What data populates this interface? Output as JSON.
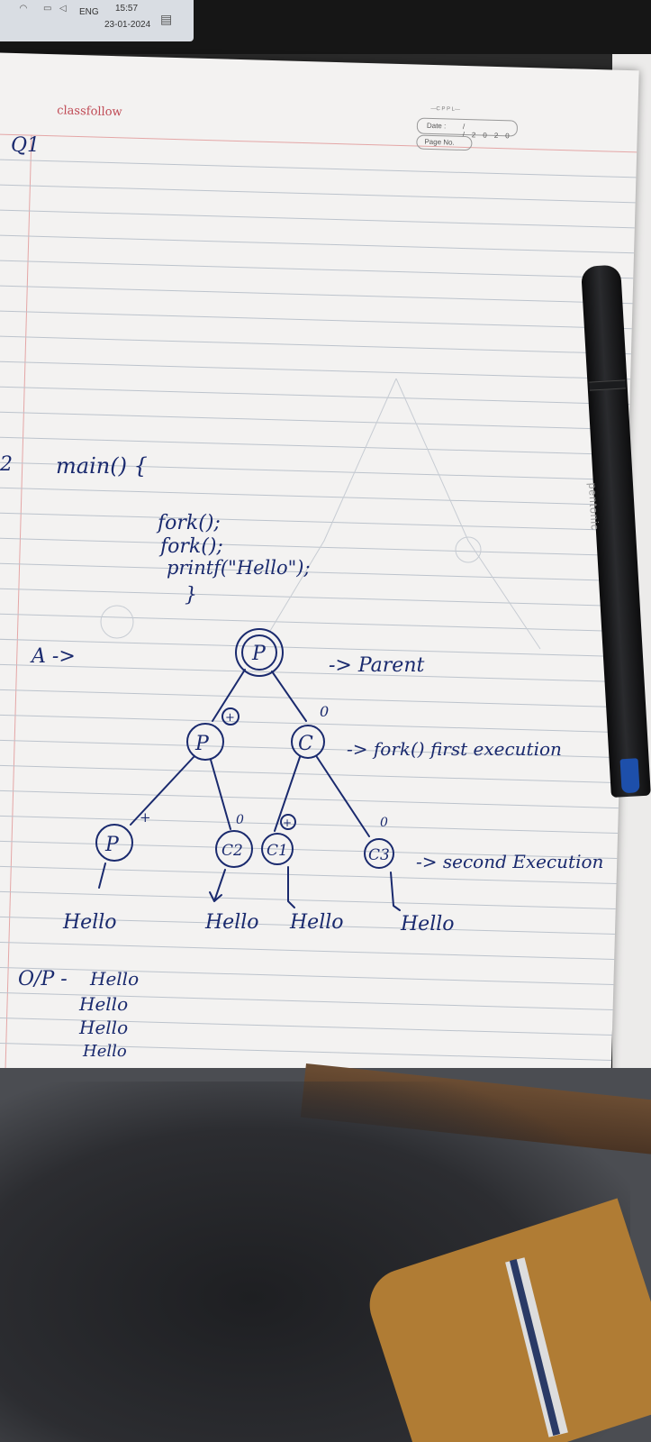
{
  "taskbar": {
    "language": "ENG",
    "time": "15:57",
    "date": "23-01-2024"
  },
  "notebook": {
    "brand": "classfollow",
    "header_brand": "—C P P L—",
    "date_label": "Date :",
    "date_value": "/ /2020",
    "page_label": "Page No."
  },
  "pen": {
    "label": "pentonic"
  },
  "notes": {
    "q1_label": "Q1",
    "q2_label": "2",
    "code_line1": "main() {",
    "code_line2": "fork();",
    "code_line3": "fork();",
    "code_line4": "printf(\"Hello\");",
    "code_line5": "}",
    "answer_label": "A ->",
    "root_node": "P",
    "root_annotation": "-> Parent",
    "level1_left": "P",
    "level1_right": "C",
    "level1_left_sign": "+",
    "level1_right_sign": "0",
    "level1_annotation": "-> fork() first execution",
    "level2_nodes": [
      "P",
      "C2",
      "C1",
      "C3"
    ],
    "level2_signs": [
      "+",
      "0",
      "+",
      "0"
    ],
    "level2_annotation": "-> second Execution",
    "outputs": [
      "Hello",
      "Hello",
      "Hello",
      "Hello"
    ],
    "op_label": "O/P -",
    "op_lines": [
      "Hello",
      "Hello",
      "Hello",
      "Hello"
    ]
  }
}
